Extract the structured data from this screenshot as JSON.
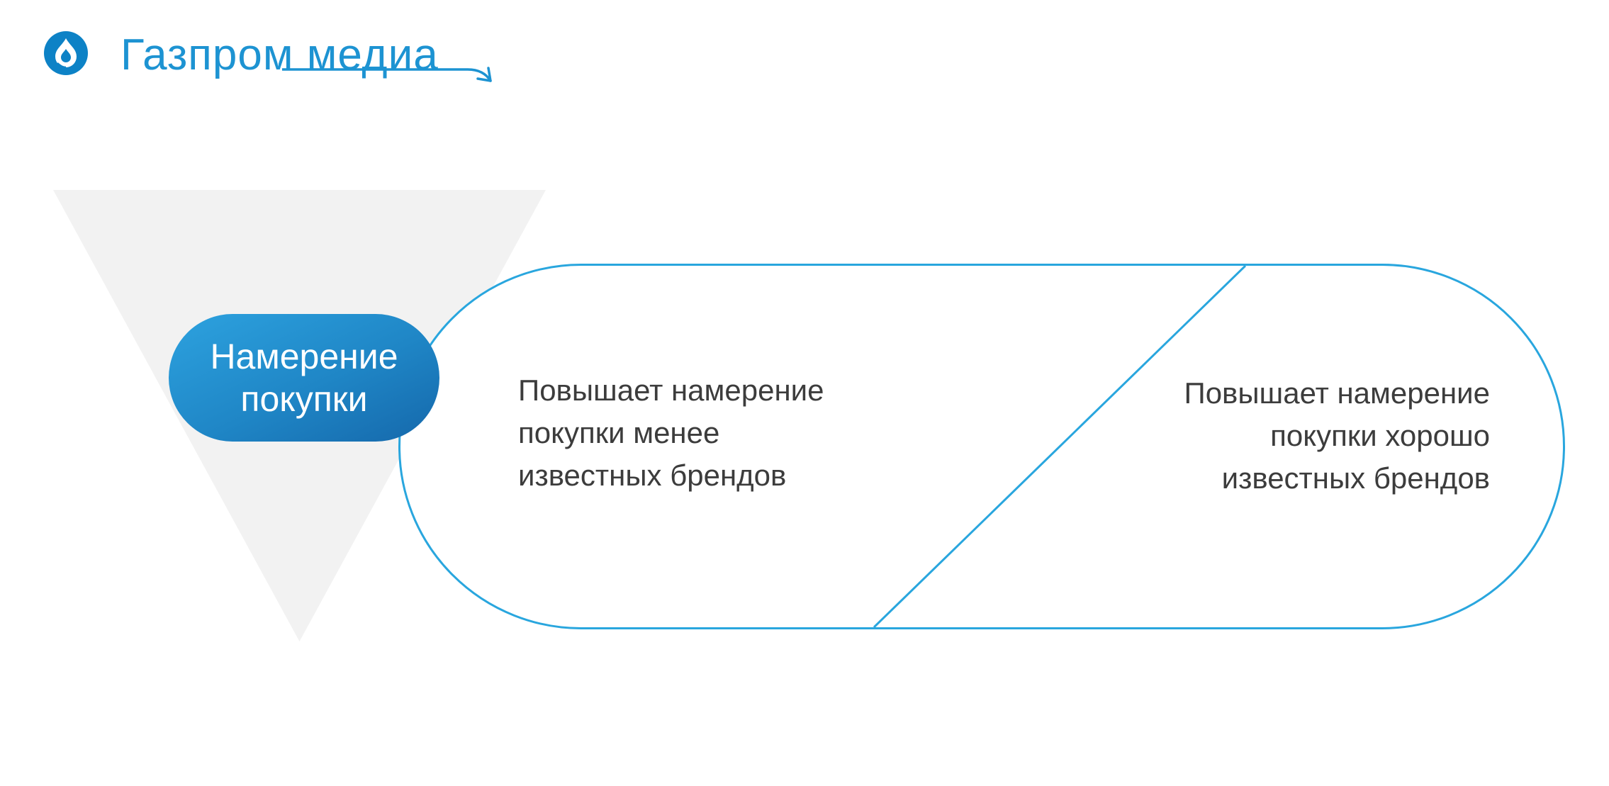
{
  "header": {
    "brand": "Газпром медиа",
    "logo_icon": "gazprom-flame-icon",
    "arrow_icon": "brand-underline-arrow-icon"
  },
  "diagram": {
    "badge": {
      "lines": [
        "Намерение",
        "покупки"
      ]
    },
    "capsule": {
      "left": {
        "lines": [
          "Повышает намерение",
          "покупки менее",
          "известных брендов"
        ]
      },
      "right": {
        "lines": [
          "Повышает намерение",
          "покупки хорошо",
          "известных брендов"
        ]
      }
    },
    "colors": {
      "accent_blue": "#29a6de",
      "brand_blue": "#1d93d2",
      "badge_blue_light": "#2da2df",
      "badge_blue_dark": "#1568ab",
      "triangle_gray": "#f2f2f2",
      "text_dark": "#3c3c3c"
    }
  }
}
